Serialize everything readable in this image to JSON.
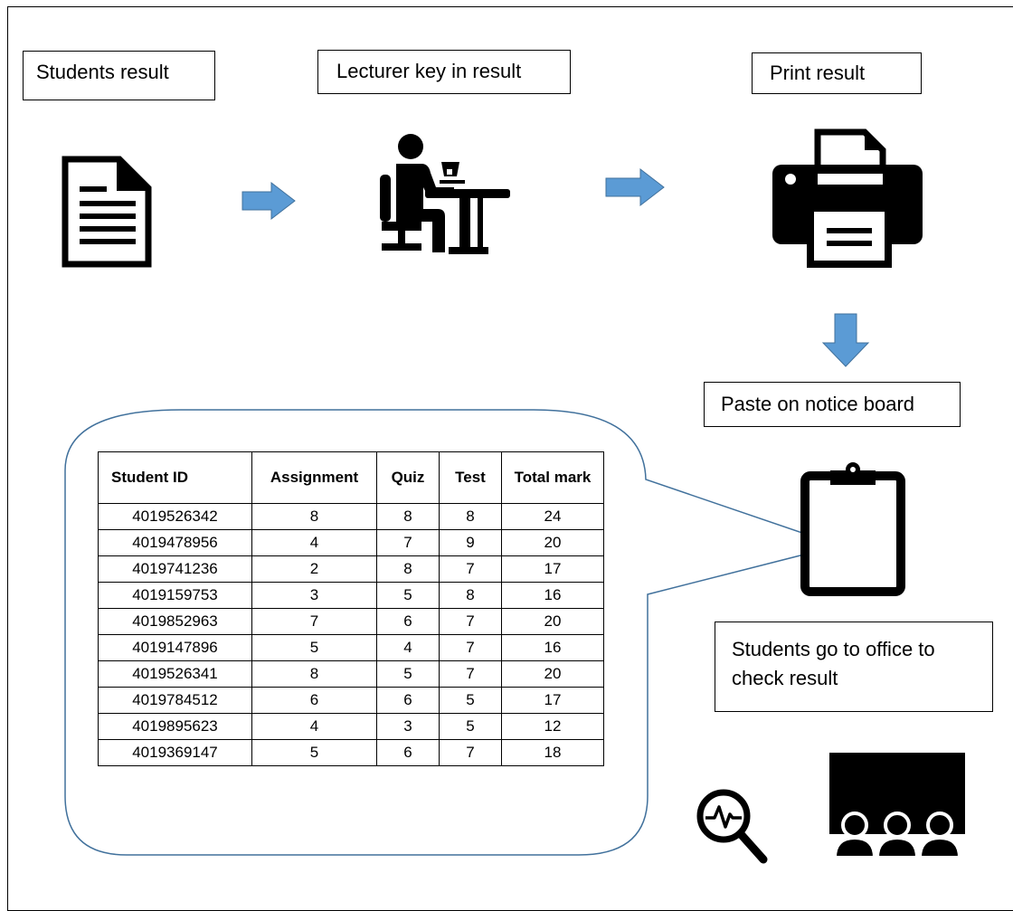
{
  "labels": {
    "students_result": "Students result",
    "lecturer_key_in": "Lecturer key in result",
    "print_result": "Print result",
    "paste_notice": "Paste on notice board",
    "students_go": "Students go to office to check result"
  },
  "icons": {
    "document": "document-icon",
    "lecturer": "person-at-desk-icon",
    "printer": "printer-icon",
    "clipboard": "clipboard-icon",
    "magnifier": "magnifier-pulse-icon",
    "audience": "audience-screen-icon",
    "arrow": "right-arrow-icon",
    "arrow_down": "down-arrow-icon"
  },
  "colors": {
    "arrow": "#5b9bd5",
    "callout_border": "#41719c",
    "line": "#000000"
  },
  "table": {
    "headers": [
      "Student ID",
      "Assignment",
      "Quiz",
      "Test",
      "Total mark"
    ],
    "rows": [
      [
        "4019526342",
        "8",
        "8",
        "8",
        "24"
      ],
      [
        "4019478956",
        "4",
        "7",
        "9",
        "20"
      ],
      [
        "4019741236",
        "2",
        "8",
        "7",
        "17"
      ],
      [
        "4019159753",
        "3",
        "5",
        "8",
        "16"
      ],
      [
        "4019852963",
        "7",
        "6",
        "7",
        "20"
      ],
      [
        "4019147896",
        "5",
        "4",
        "7",
        "16"
      ],
      [
        "4019526341",
        "8",
        "5",
        "7",
        "20"
      ],
      [
        "4019784512",
        "6",
        "6",
        "5",
        "17"
      ],
      [
        "4019895623",
        "4",
        "3",
        "5",
        "12"
      ],
      [
        "4019369147",
        "5",
        "6",
        "7",
        "18"
      ]
    ]
  }
}
